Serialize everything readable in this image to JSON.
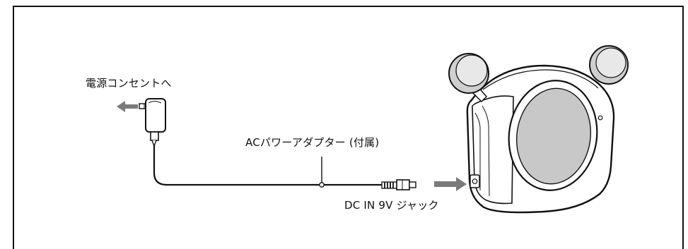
{
  "labels": {
    "outlet": "電源コンセントへ",
    "adapter": "ACパワーアダプター (付属)",
    "jack": "DC IN 9V ジャック"
  },
  "colors": {
    "line": "#111111",
    "arrow": "#7a7a7a",
    "shade": "#bdbdbd",
    "light": "#d9d9d9",
    "background": "#ffffff"
  },
  "icons": {
    "left_arrow": "arrow-left-icon",
    "right_arrow": "arrow-right-icon",
    "adapter": "ac-adapter-icon",
    "plug": "dc-plug-icon",
    "device": "speaker-device-icon"
  }
}
